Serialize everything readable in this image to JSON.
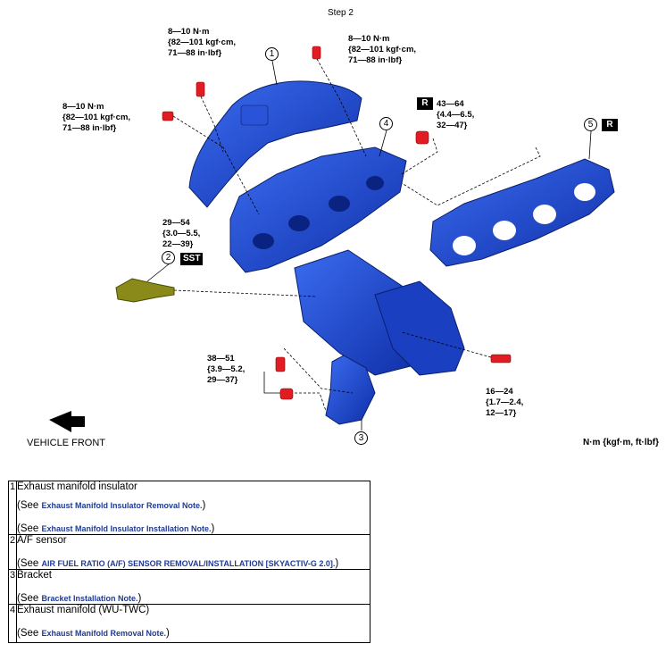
{
  "step_title": "Step 2",
  "diagram": {
    "callout_insulator_left": "8—10 N·m\n{82—101 kgf·cm,\n71—88 in·lbf}",
    "callout_insulator_top": "8—10 N·m\n{82—101 kgf·cm,\n71—88 in·lbf}",
    "callout_insulator_right": "8—10 N·m\n{82—101 kgf·cm,\n71—88 in·lbf}",
    "callout_nut_r": "43—64\n{4.4—6.5,\n32—47}",
    "callout_sensor": "29—54\n{3.0—5.5,\n22—39}",
    "callout_bracket": "38—51\n{3.9—5.2,\n29—37}",
    "callout_stud": "16—24\n{1.7—2.4,\n12—17}",
    "badge_r_1": "R",
    "badge_r_2": "R",
    "badge_sst": "SST",
    "part_numbers": [
      "1",
      "2",
      "3",
      "4",
      "5"
    ],
    "vehicle_front": "VEHICLE FRONT",
    "unit_legend": "N·m {kgf·m, ft·lbf}",
    "colors": {
      "part_blue": "#1d4ed8",
      "bolt_red": "#e11d24",
      "sensor_olive": "#8a8a1a"
    }
  },
  "parts": [
    {
      "num": "1",
      "name": "Exhaust manifold insulator",
      "refs": [
        {
          "prefix": "(See ",
          "link": "Exhaust Manifold Insulator Removal Note.",
          "suffix": ")"
        },
        {
          "prefix": "(See ",
          "link": "Exhaust Manifold Insulator Installation Note.",
          "suffix": ")"
        }
      ]
    },
    {
      "num": "2",
      "name": "A/F sensor",
      "refs": [
        {
          "prefix": "(See ",
          "link": "AIR FUEL RATIO (A/F) SENSOR REMOVAL/INSTALLATION [SKYACTIV-G 2.0].",
          "suffix": ")"
        }
      ]
    },
    {
      "num": "3",
      "name": "Bracket",
      "refs": [
        {
          "prefix": "(See ",
          "link": "Bracket Installation Note.",
          "suffix": ")"
        }
      ]
    },
    {
      "num": "4",
      "name": "Exhaust manifold (WU-TWC)",
      "refs": [
        {
          "prefix": "(See ",
          "link": "Exhaust Manifold Removal Note.",
          "suffix": ")"
        }
      ]
    }
  ]
}
